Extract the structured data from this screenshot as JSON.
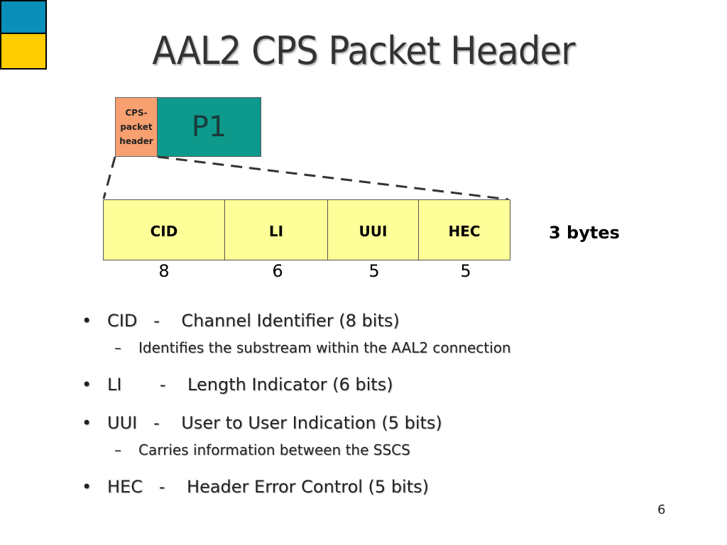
{
  "slide": {
    "title": "AAL2 CPS Packet Header",
    "page_number": "6"
  },
  "diagram": {
    "cps_header_label": "CPS-\npacket\nheader",
    "payload_label": "P1",
    "fields": [
      {
        "label": "CID",
        "bits": "8"
      },
      {
        "label": "LI",
        "bits": "6"
      },
      {
        "label": "UUI",
        "bits": "5"
      },
      {
        "label": "HEC",
        "bits": "5"
      }
    ],
    "size_label": "3 bytes",
    "colors": {
      "cps_header": "#f9a070",
      "payload": "#0d9a8c",
      "fields": "#ffff99"
    }
  },
  "bullets": [
    {
      "text": "CID   -    Channel Identifier (8 bits)",
      "sub": "Identifies the substream within the AAL2 connection"
    },
    {
      "text": "LI       -    Length Indicator (6 bits)",
      "sub": ""
    },
    {
      "text": "UUI   -    User to User Indication (5 bits)",
      "sub": "Carries information between the SSCS"
    },
    {
      "text": "HEC   -    Header Error Control (5 bits)",
      "sub": ""
    }
  ]
}
